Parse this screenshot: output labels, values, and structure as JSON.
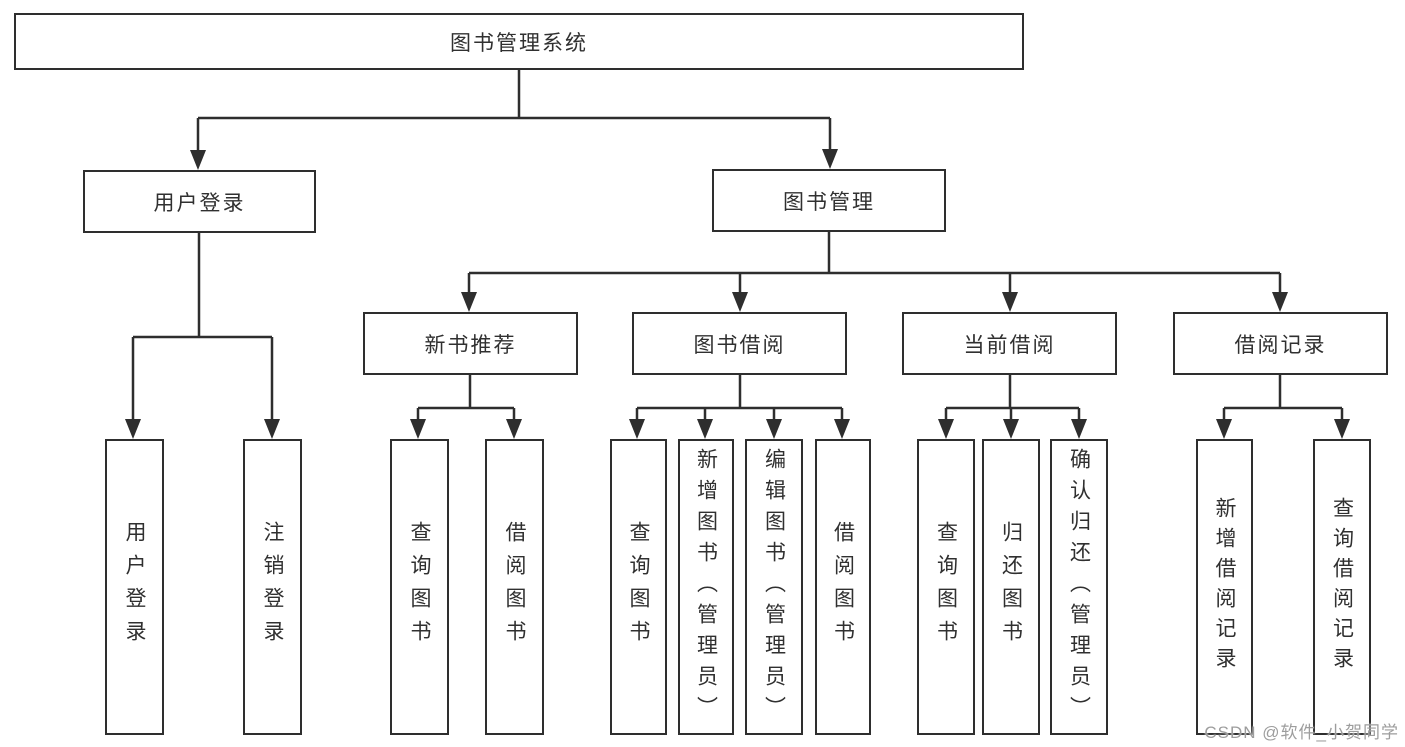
{
  "tree": {
    "label": "图书管理系统",
    "children": [
      {
        "label": "用户登录",
        "children": [
          {
            "label": "用户登录"
          },
          {
            "label": "注销登录"
          }
        ]
      },
      {
        "label": "图书管理",
        "children": [
          {
            "label": "新书推荐",
            "children": [
              {
                "label": "查询图书"
              },
              {
                "label": "借阅图书"
              }
            ]
          },
          {
            "label": "图书借阅",
            "children": [
              {
                "label": "查询图书"
              },
              {
                "label": "新增图书（管理员）"
              },
              {
                "label": "编辑图书（管理员）"
              },
              {
                "label": "借阅图书"
              }
            ]
          },
          {
            "label": "当前借阅",
            "children": [
              {
                "label": "查询图书"
              },
              {
                "label": "归还图书"
              },
              {
                "label": "确认归还（管理员）"
              }
            ]
          },
          {
            "label": "借阅记录",
            "children": [
              {
                "label": "新增借阅记录"
              },
              {
                "label": "查询借阅记录"
              }
            ]
          }
        ]
      }
    ]
  },
  "watermark": {
    "text": "CSDN @软件_小贺同学"
  },
  "colors": {
    "line": "#2e2e2e",
    "box_border": "#2e2e2e",
    "text": "#303030",
    "background": "#ffffff",
    "watermark": "#9d9d9d"
  }
}
